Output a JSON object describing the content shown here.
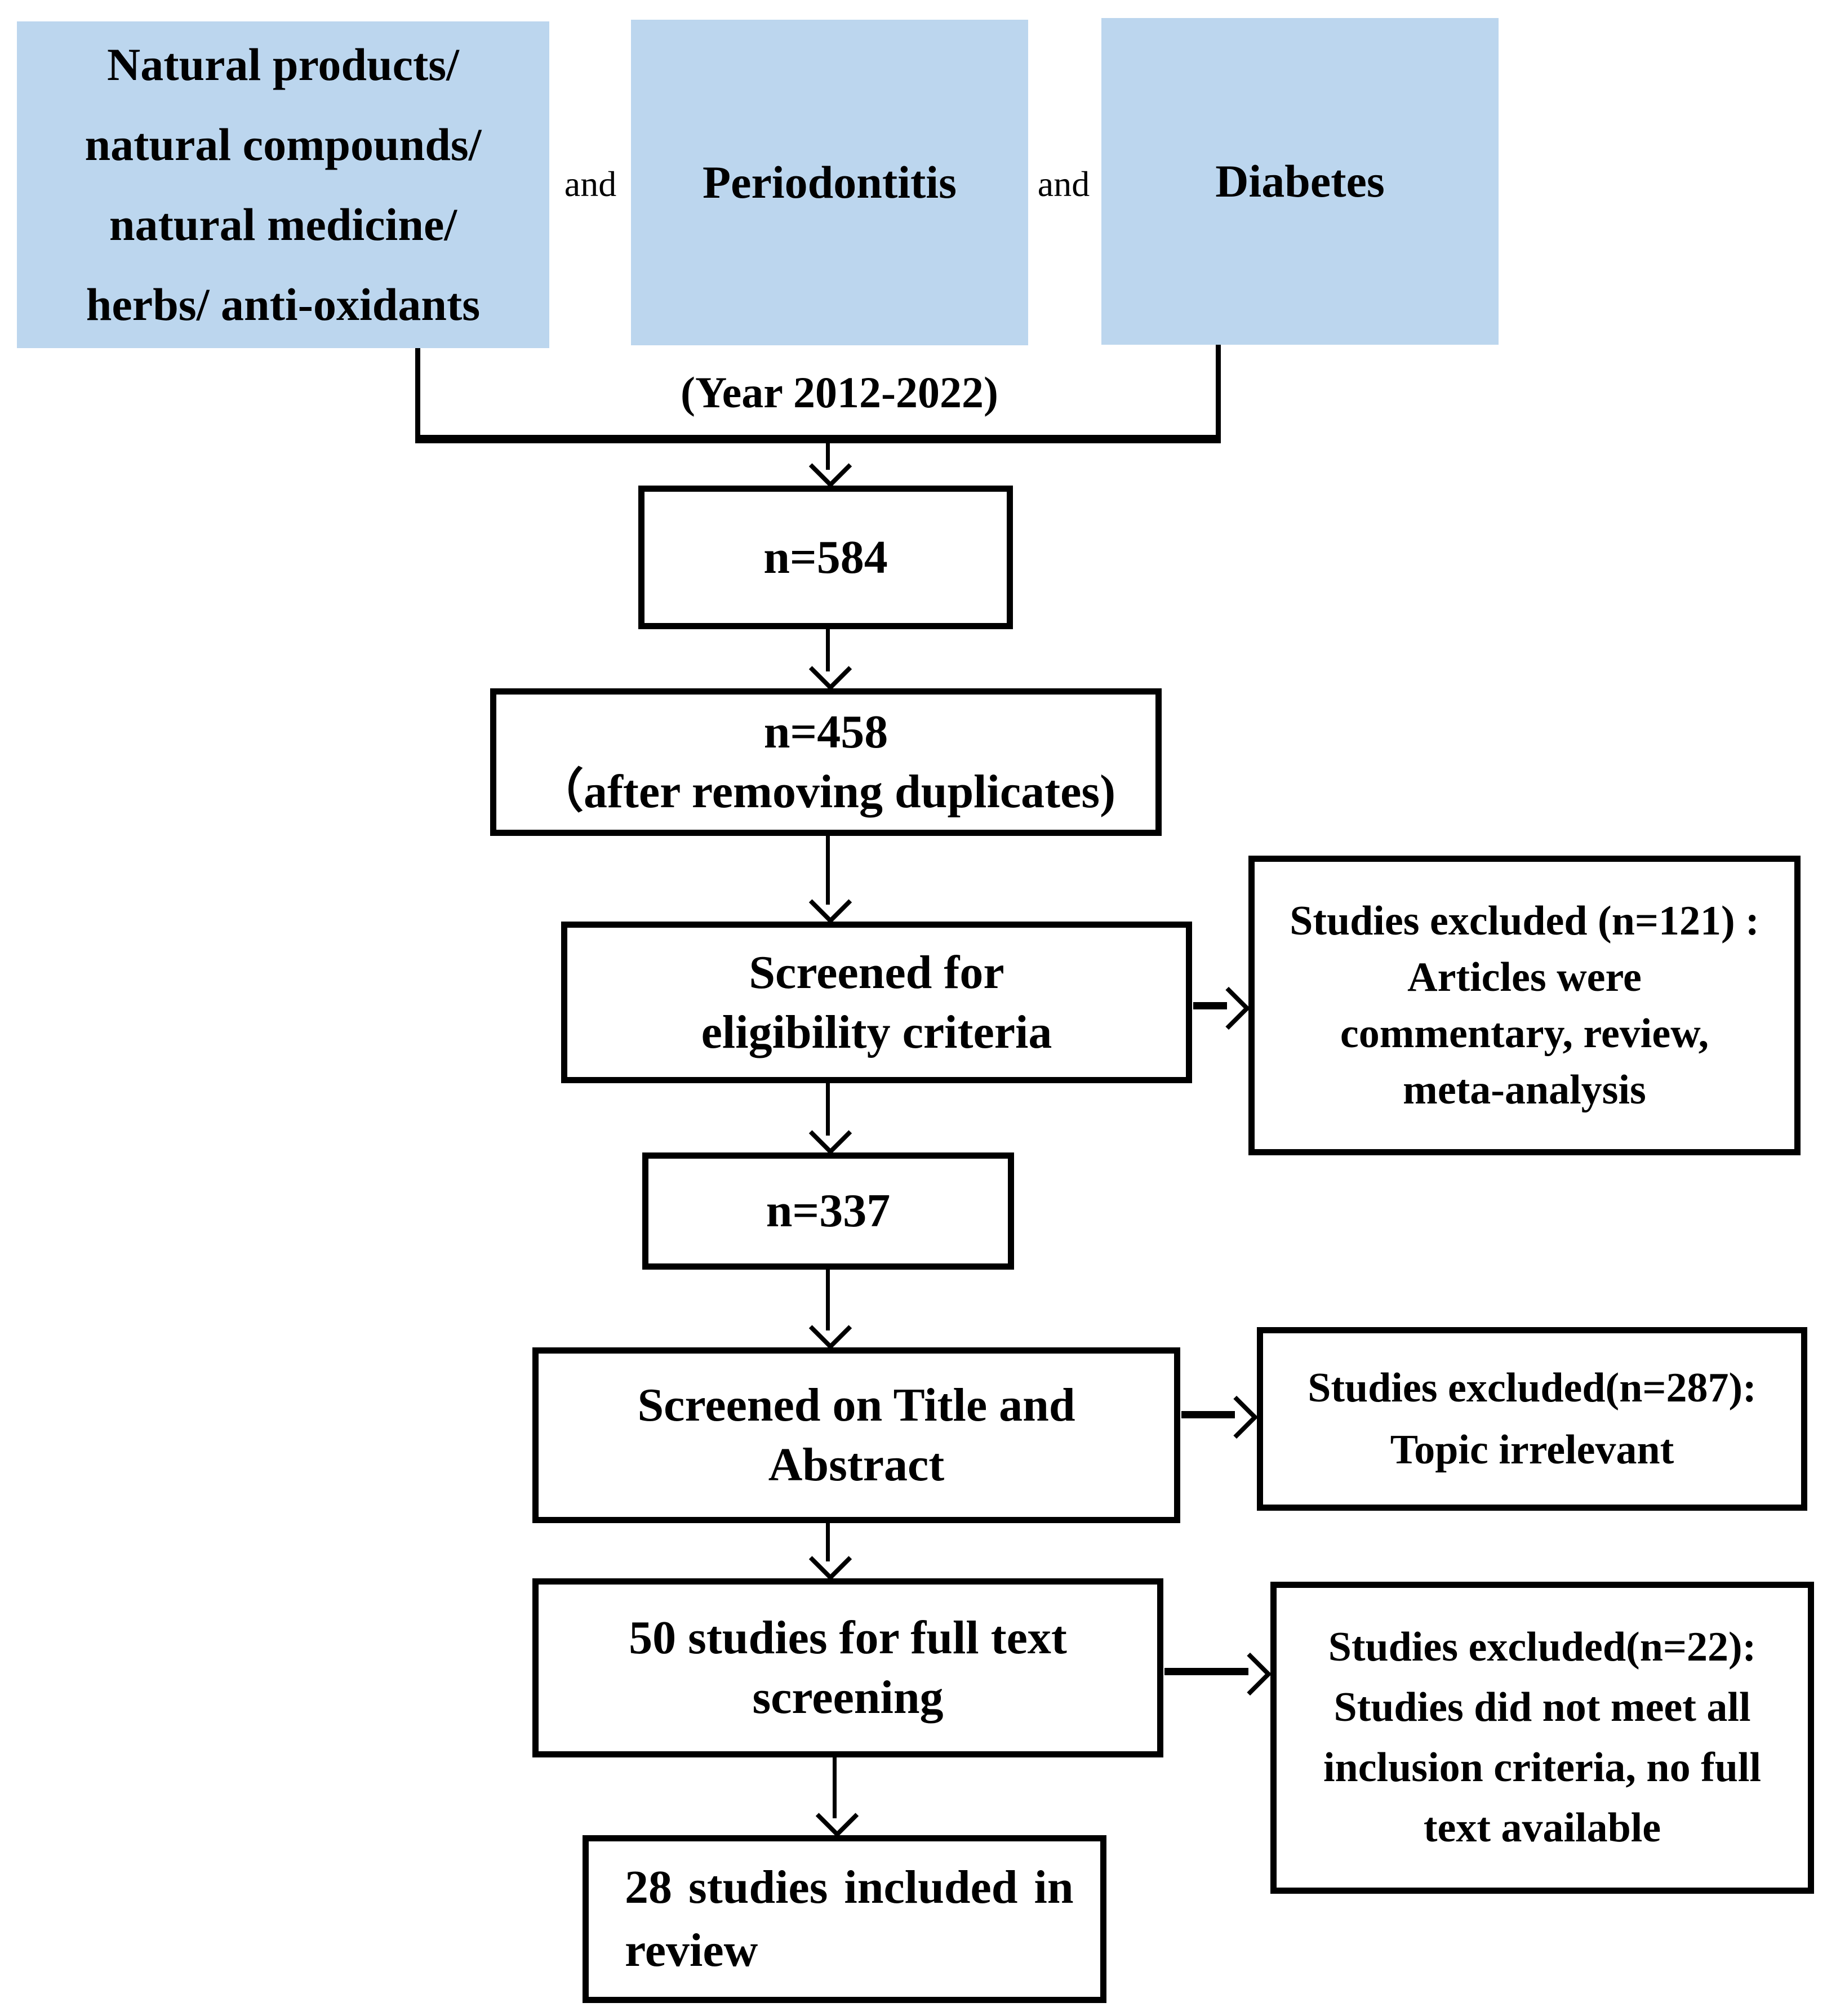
{
  "colors": {
    "term_box_fill": "#BCD6EE",
    "line": "#000000",
    "background": "#FFFFFF"
  },
  "search": {
    "term1_lines": [
      "Natural products/",
      "natural compounds/",
      "natural medicine/",
      "herbs/ anti-oxidants"
    ],
    "and1": "and",
    "term2": "Periodontitis",
    "and2": "and",
    "term3": "Diabetes",
    "year_filter": "(Year 2012-2022)"
  },
  "flow": {
    "identified": "n=584",
    "deduplicated_line1": "n=458",
    "deduplicated_line2": "（after removing duplicates)",
    "eligibility_line1": "Screened for",
    "eligibility_line2": "eligibility criteria",
    "after_eligibility": "n=337",
    "title_abstract_line1": "Screened on Title and",
    "title_abstract_line2": "Abstract",
    "full_text_line1": "50 studies for full text",
    "full_text_line2": "screening",
    "included_line1": "28 studies included in",
    "included_line2": "review"
  },
  "exclusions": {
    "eligibility": [
      "Studies excluded (n=121) :",
      "Articles were",
      "commentary, review,",
      "meta-analysis"
    ],
    "title_abstract": [
      "Studies excluded(n=287):",
      "Topic irrelevant"
    ],
    "full_text": [
      "Studies excluded(n=22):",
      "Studies did not meet all",
      "inclusion criteria, no full",
      "text available"
    ]
  }
}
